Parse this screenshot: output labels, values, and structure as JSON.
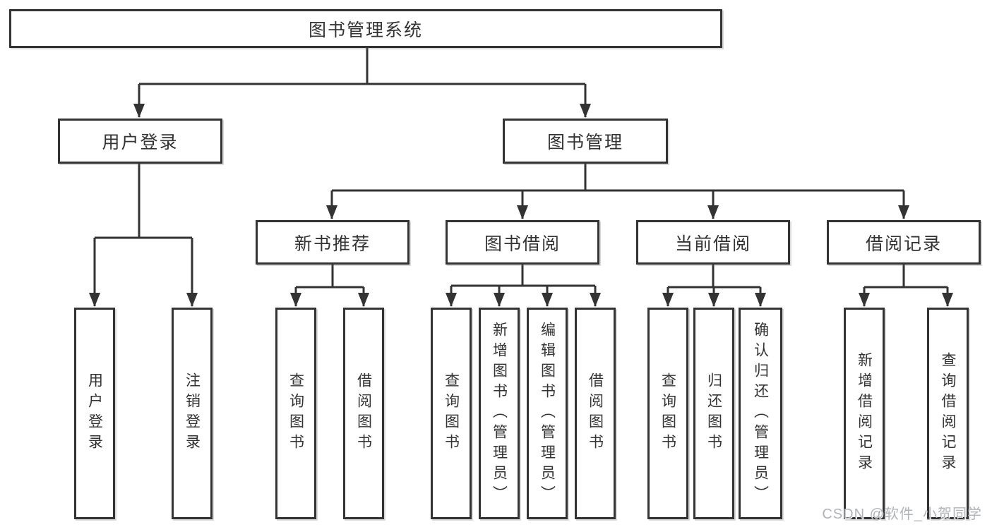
{
  "diagram": {
    "type": "hierarchy-tree",
    "orientation": "top-down",
    "tree": {
      "label": "图书管理系统",
      "children": [
        {
          "label": "用户登录",
          "children": [
            {
              "label": "用户登录"
            },
            {
              "label": "注销登录"
            }
          ]
        },
        {
          "label": "图书管理",
          "children": [
            {
              "label": "新书推荐",
              "children": [
                {
                  "label": "查询图书"
                },
                {
                  "label": "借阅图书"
                }
              ]
            },
            {
              "label": "图书借阅",
              "children": [
                {
                  "label": "查询图书"
                },
                {
                  "label": "新增图书（管理员）"
                },
                {
                  "label": "编辑图书（管理员）"
                },
                {
                  "label": "借阅图书"
                }
              ]
            },
            {
              "label": "当前借阅",
              "children": [
                {
                  "label": "查询图书"
                },
                {
                  "label": "归还图书"
                },
                {
                  "label": "确认归还（管理员）"
                }
              ]
            },
            {
              "label": "借阅记录",
              "children": [
                {
                  "label": "新增借阅记录"
                },
                {
                  "label": "查询借阅记录"
                }
              ]
            }
          ]
        }
      ]
    }
  },
  "watermark": {
    "text": "CSDN @软件_小贺同学"
  },
  "colors": {
    "line": "#333333",
    "box_border": "#333333",
    "text": "#333333",
    "background": "#ffffff",
    "watermark": "#b0b3b8"
  }
}
